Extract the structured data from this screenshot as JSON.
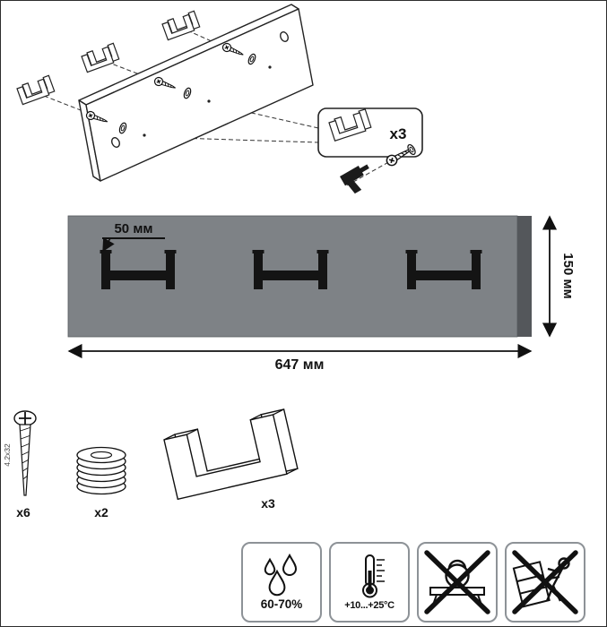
{
  "assembly": {
    "callout_count": "x3"
  },
  "panel": {
    "hook_offset": "50 мм",
    "height": "150 мм",
    "width": "647 мм",
    "face_color": "#7e8286",
    "edge_color": "#54575b",
    "hook_color": "#141414"
  },
  "hardware": {
    "screw": {
      "count": "x6",
      "size": "4.2x32"
    },
    "washer": {
      "count": "x2"
    },
    "hook": {
      "count": "x3"
    }
  },
  "conditions": {
    "humidity": "60-70%",
    "temperature": "+10...+25°C"
  }
}
